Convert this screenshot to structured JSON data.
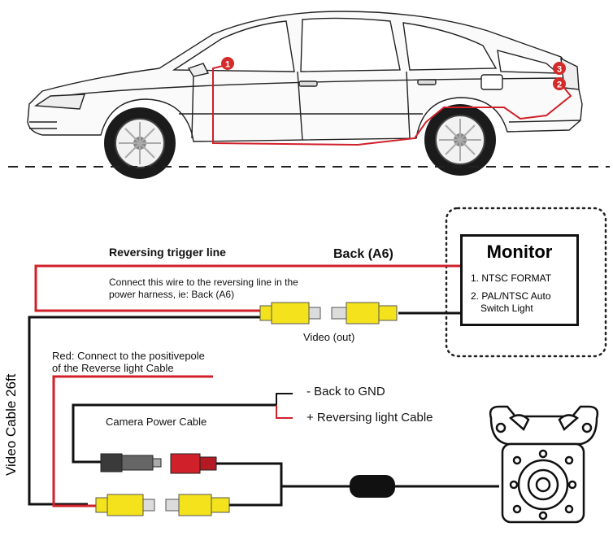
{
  "car": {
    "markers": [
      "1",
      "2",
      "3"
    ]
  },
  "labels": {
    "reversing_trigger_line": "Reversing trigger line",
    "back_a6": "Back (A6)",
    "connect_line1": "Connect this wire to the reversing line in the",
    "connect_line2": "power harness, ie: Back (A6)",
    "video_out": "Video (out)",
    "red_connect_line1": "Red: Connect to the positivepole",
    "red_connect_line2": "of the Reverse light Cable",
    "back_to_gnd": "-  Back to GND",
    "reversing_light_cable": "+ Reversing light Cable",
    "camera_power_cable": "Camera Power Cable",
    "video_cable": "Video Cable  26ft"
  },
  "monitor": {
    "title": "Monitor",
    "item1": "1. NTSC FORMAT",
    "item2_line1": "2. PAL/NTSC Auto",
    "item2_line2": "Switch Light"
  },
  "colors": {
    "wire_red": "#d0202a",
    "wire_black": "#111111",
    "connector_yellow": "#f3e21c",
    "marker_red": "#d42a2a"
  }
}
